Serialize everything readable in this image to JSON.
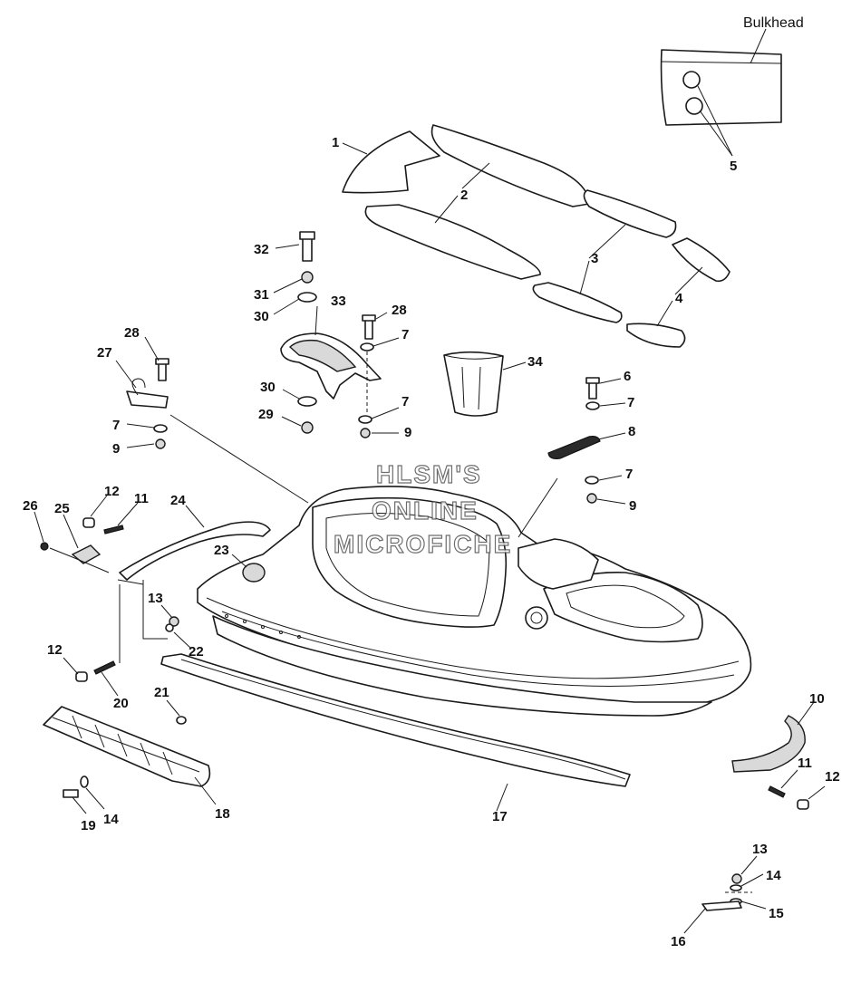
{
  "bulkhead_label": "Bulkhead",
  "watermark": [
    "HLSM'S",
    "ONLINE",
    "MICROFICHE"
  ],
  "callouts": {
    "c1": "1",
    "c2": "2",
    "c3": "3",
    "c4": "4",
    "c5": "5",
    "c6": "6",
    "c7a": "7",
    "c7b": "7",
    "c7c": "7",
    "c7d": "7",
    "c7e": "7",
    "c8": "8",
    "c9a": "9",
    "c9b": "9",
    "c9c": "9",
    "c10": "10",
    "c11a": "11",
    "c11b": "11",
    "c12a": "12",
    "c12b": "12",
    "c12c": "12",
    "c13a": "13",
    "c13b": "13",
    "c14a": "14",
    "c14b": "14",
    "c15": "15",
    "c16": "16",
    "c17": "17",
    "c18": "18",
    "c19": "19",
    "c20": "20",
    "c21": "21",
    "c22": "22",
    "c23": "23",
    "c24": "24",
    "c25": "25",
    "c26": "26",
    "c27": "27",
    "c28a": "28",
    "c28b": "28",
    "c29": "29",
    "c30a": "30",
    "c30b": "30",
    "c31": "31",
    "c32": "32",
    "c33": "33",
    "c34": "34"
  }
}
